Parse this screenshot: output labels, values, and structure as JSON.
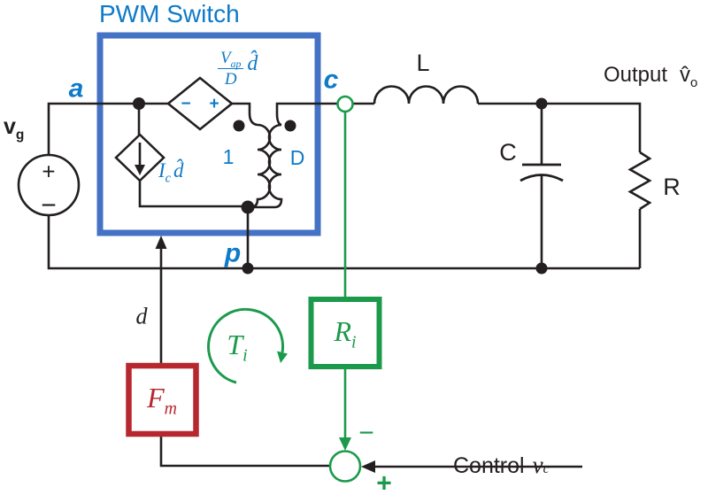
{
  "figure": {
    "title": "PWM Switch"
  },
  "colors": {
    "blue_text": "#0E7AC8",
    "blue_box": "#4472C4",
    "green": "#1C9A4B",
    "red": "#B7282E",
    "black": "#231F20"
  },
  "nodes": {
    "a": "a",
    "c": "c",
    "p": "p"
  },
  "components": {
    "source_label": {
      "main": "v",
      "sub": "g"
    },
    "source_plus": "+",
    "source_minus": "−",
    "dep_voltage": {
      "minus": "−",
      "plus": "+",
      "num_main": "V",
      "num_sub": "ap",
      "den": "D",
      "factor": "d̂"
    },
    "dep_current": {
      "main": "I",
      "sub": "c",
      "factor": "d̂"
    },
    "transformer": {
      "primary": "1",
      "secondary": "D"
    },
    "inductor": "L",
    "capacitor": "C",
    "resistor": "R"
  },
  "output": {
    "prefix": "Output",
    "main": "v̂",
    "sub": "o"
  },
  "control_loop": {
    "duty": "d",
    "fm": {
      "main": "F",
      "sub": "m"
    },
    "ti": {
      "main": "T",
      "sub": "i"
    },
    "ri": {
      "main": "R",
      "sub": "i"
    },
    "sum_minus": "−",
    "sum_plus": "+",
    "control": {
      "prefix": "Control",
      "main": "v",
      "sub": "c"
    }
  }
}
